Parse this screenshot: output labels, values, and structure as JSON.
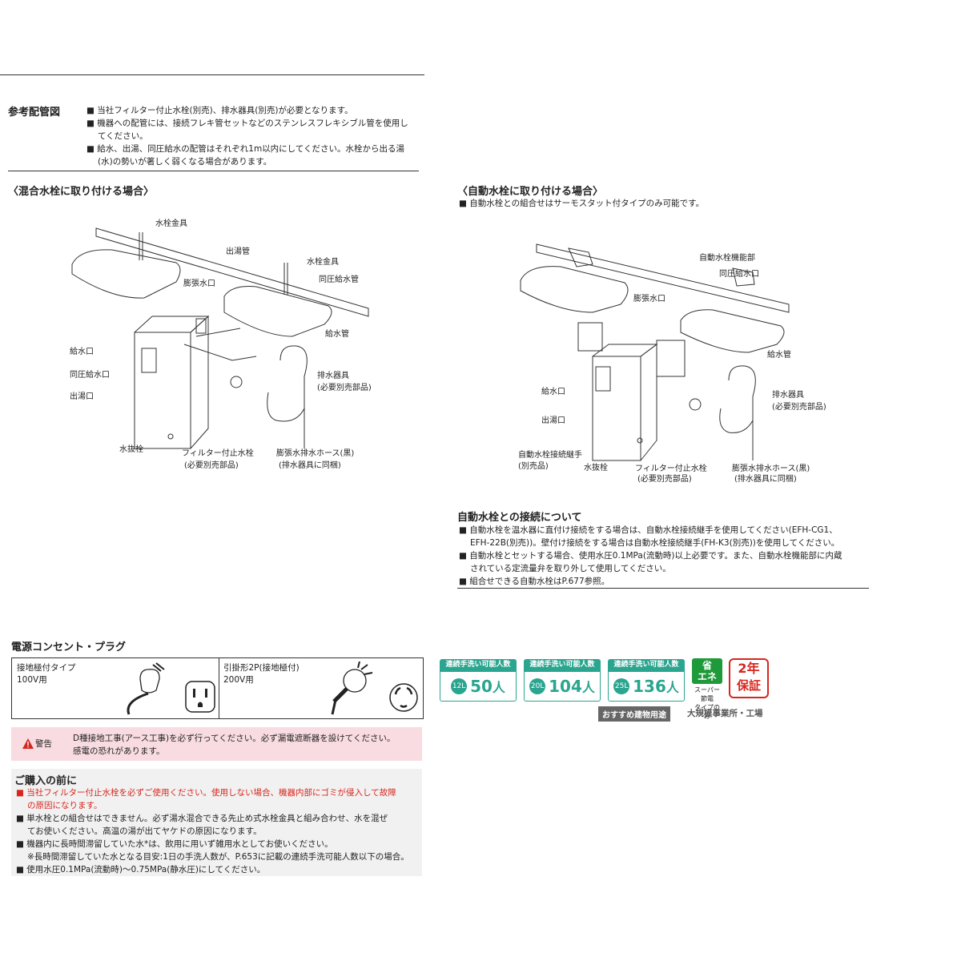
{
  "ref": {
    "title": "参考配管図",
    "notes": [
      "当社フィルター付止水栓(別売)、排水器具(別売)が必要となります。",
      "機器への配管には、接続フレキ管セットなどのステンレスフレキシブル管を使用し",
      "てください。",
      "給水、出湯、同圧給水の配管はそれぞれ1m以内にしてください。水栓から出る湯",
      "(水)の勢いが著しく弱くなる場合があります。"
    ]
  },
  "mixed": {
    "title": "〈混合水栓に取り付ける場合〉",
    "labels": {
      "faucet1": "水栓金具",
      "hot_pipe": "出湯管",
      "faucet2": "水栓金具",
      "expansion_port": "膨張水口",
      "equal_supply_pipe": "同圧給水管",
      "supply_pipe": "給水管",
      "supply_port": "給水口",
      "equal_supply_port": "同圧給水口",
      "hot_port": "出湯口",
      "drain_device": "排水器具",
      "drain_device_note": "(必要別売部品)",
      "drain_plug": "水抜栓",
      "filter_valve": "フィルター付止水栓",
      "filter_valve_note": "(必要別売部品)",
      "exp_hose": "膨張水排水ホース(黒)",
      "exp_hose_note": "(排水器具に同梱)"
    }
  },
  "auto": {
    "title": "〈自動水栓に取り付ける場合〉",
    "note": "自動水栓との組合せはサーモスタット付タイプのみ可能です。",
    "labels": {
      "auto_unit": "自動水栓機能部",
      "equal_supply_port": "同圧給水口",
      "expansion_port": "膨張水口",
      "supply_pipe": "給水管",
      "supply_port": "給水口",
      "drain_device": "排水器具",
      "drain_device_note": "(必要別売部品)",
      "hot_port": "出湯口",
      "joint": "自動水栓接続継手",
      "joint_note": "(別売品)",
      "drain_plug": "水抜栓",
      "filter_valve": "フィルター付止水栓",
      "filter_valve_note": "(必要別売部品)",
      "exp_hose": "膨張水排水ホース(黒)",
      "exp_hose_note": "(排水器具に同梱)"
    }
  },
  "auto_conn": {
    "title": "自動水栓との接続について",
    "lines": [
      "自動水栓を温水器に直付け接続をする場合は、自動水栓接続継手を使用してください(EFH-CG1、",
      "EFH-22B(別売))。壁付け接続をする場合は自動水栓接続継手(FH-K3(別売))を使用してください。",
      "自動水栓とセットする場合、使用水圧0.1MPa(流動時)以上必要です。また、自動水栓機能部に内蔵",
      "されている定流量弁を取り外して使用してください。",
      "組合せできる自動水栓はP.677参照。"
    ]
  },
  "power": {
    "title": "電源コンセント・プラグ",
    "left_type": "接地極付タイプ",
    "left_volt": "100V用",
    "right_type": "引掛形2P(接地極付)",
    "right_volt": "200V用"
  },
  "warning": {
    "label": "警告",
    "line1": "D種接地工事(アース工事)を必ず行ってください。必ず漏電遮断器を設けてください。",
    "line2": "感電の恐れがあります。"
  },
  "purchase": {
    "title": "ご購入の前に",
    "red1": "当社フィルター付止水栓を必ずご使用ください。使用しない場合、機器内部にゴミが侵入して故障",
    "red2": "の原因になります。",
    "l1": "単水栓との組合せはできません。必ず湯水混合できる先止め式水栓金具と組み合わせ、水を混ぜ",
    "l2": "てお使いください。高温の湯が出てヤケドの原因になります。",
    "l3": "機器内に長時間滞留していた水*は、飲用に用いず雑用水としてお使いください。",
    "l4": "※長時間滞留していた水となる目安:1日の手洗人数が、P.653に記載の連続手洗可能人数以下の場合。",
    "l5": "使用水圧0.1MPa(流動時)〜0.75MPa(静水圧)にしてください。"
  },
  "badges": [
    {
      "head": "連続手洗い可能人数",
      "cap": "12L",
      "count": "50",
      "unit": "人"
    },
    {
      "head": "連続手洗い可能人数",
      "cap": "20L",
      "count": "104",
      "unit": "人"
    },
    {
      "head": "連続手洗い可能人数",
      "cap": "25L",
      "count": "136",
      "unit": "人"
    }
  ],
  "eco": {
    "l1": "省",
    "l2": "エネ",
    "note1": "スーパー節電",
    "note2": "タイプのみ"
  },
  "warranty": {
    "l1": "2年",
    "l2": "保証"
  },
  "usage": {
    "tag": "おすすめ建物用途",
    "value": "大規模事業所・工場"
  },
  "colors": {
    "accent": "#2aa58f",
    "red": "#d7261e",
    "warn_bg": "#f8dce2",
    "green": "#1f9a3a"
  }
}
